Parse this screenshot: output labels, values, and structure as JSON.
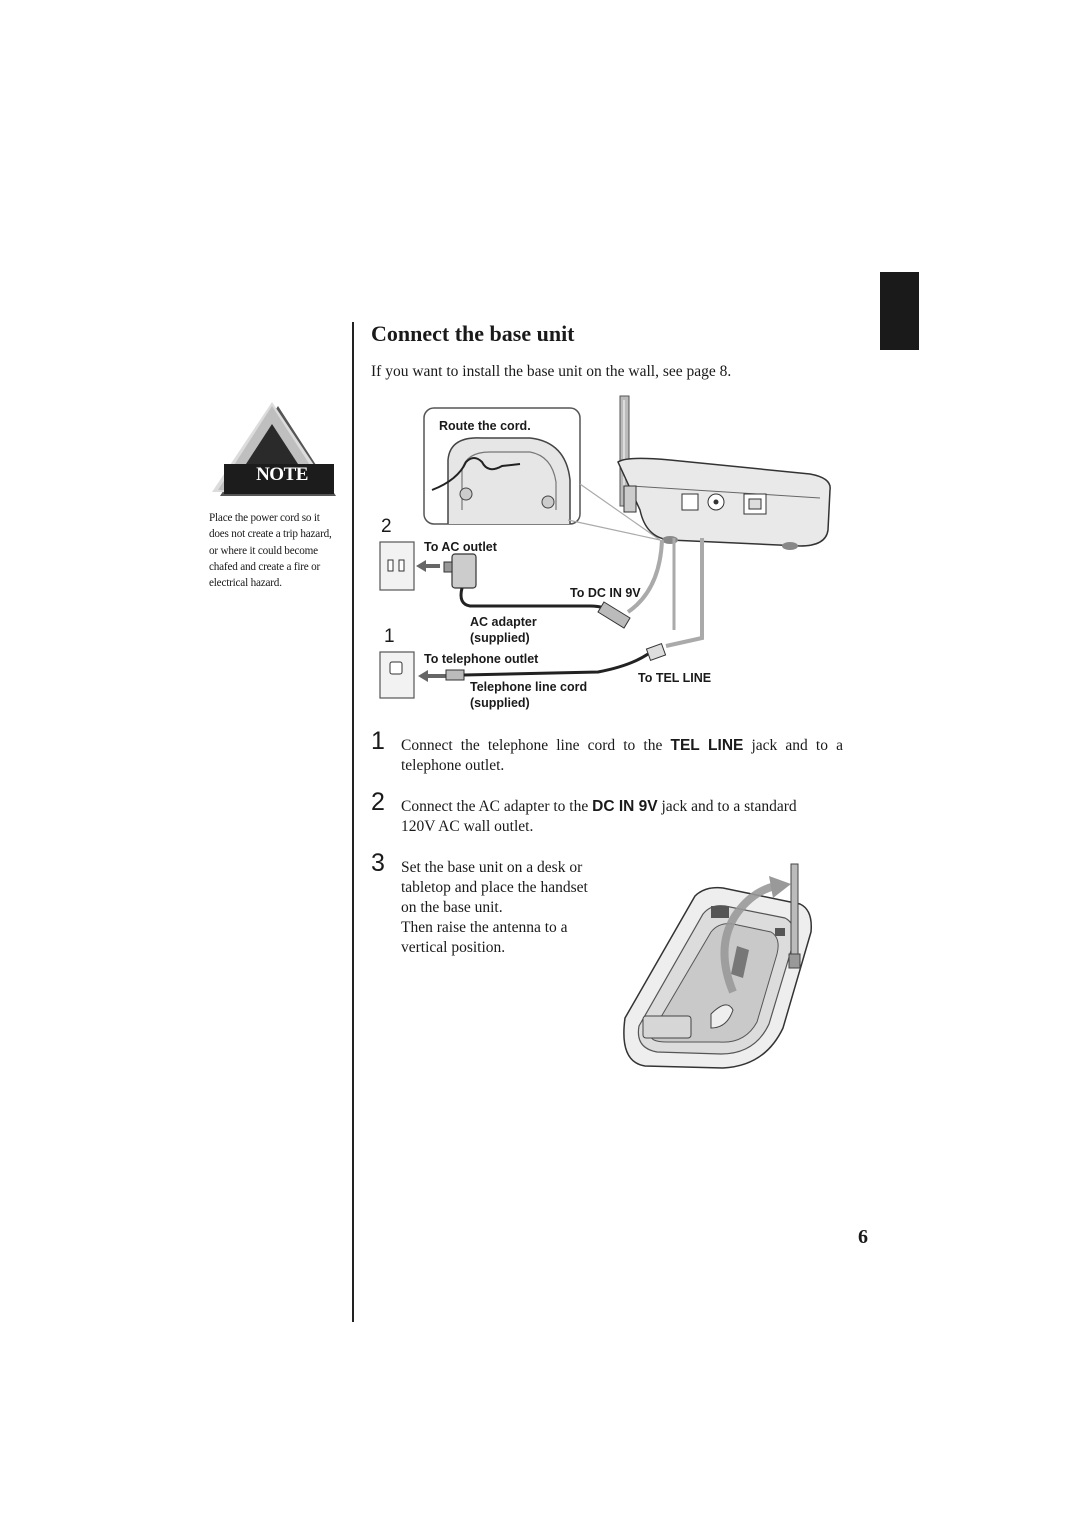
{
  "header": {
    "title": "Connect the base unit",
    "intro": "If you want to install the base unit on the wall, see page 8."
  },
  "note": {
    "badge": "NOTE",
    "text": "Place the power cord so it does not create a trip hazard, or where it could become chafed and create a fire or electrical hazard."
  },
  "diagram": {
    "route_cord": "Route the cord.",
    "to_ac_outlet": "To AC outlet",
    "to_dc_in": "To DC IN 9V",
    "ac_adapter_line1": "AC adapter",
    "ac_adapter_line2": "(supplied)",
    "to_telephone_outlet": "To telephone outlet",
    "telephone_cord_line1": "Telephone line cord",
    "telephone_cord_line2": "(supplied)",
    "to_tel_line": "To TEL LINE",
    "marker_1": "1",
    "marker_2": "2"
  },
  "steps": [
    {
      "num": "1",
      "pre": "Connect the telephone line cord to the ",
      "keyword": "TEL LINE",
      "post": " jack and to a telephone outlet."
    },
    {
      "num": "2",
      "pre": "Connect the AC adapter to the ",
      "keyword": "DC IN 9V",
      "post": " jack and to a standard 120V AC wall outlet."
    },
    {
      "num": "3",
      "line1": "Set the base unit on a desk or",
      "line2": "tabletop and place the handset",
      "line3": "on the base unit.",
      "line4": "Then raise the antenna to a",
      "line5": "vertical position."
    }
  ],
  "page_number": "6"
}
